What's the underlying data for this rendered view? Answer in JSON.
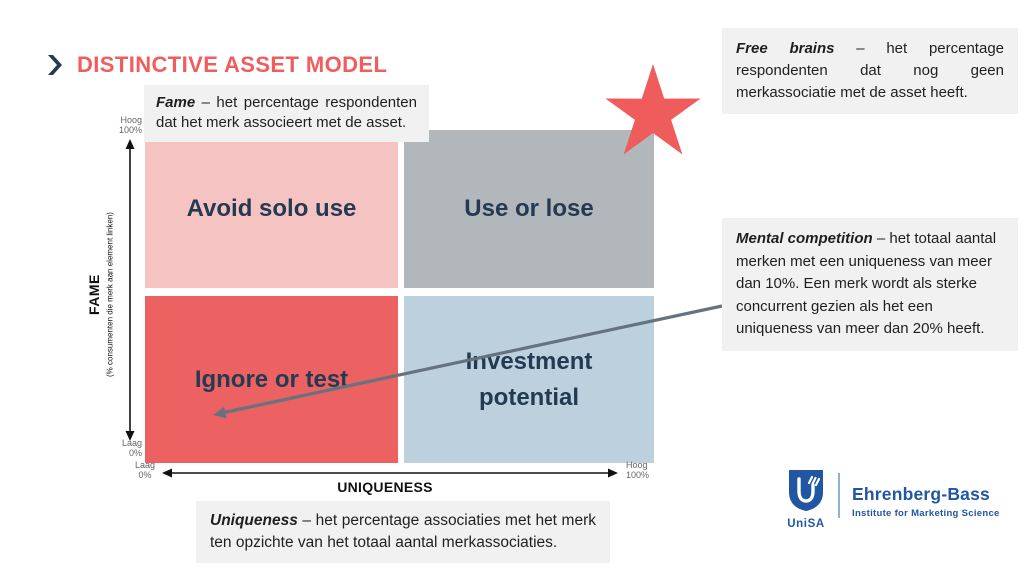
{
  "slide": {
    "title": "DISTINCTIVE ASSET MODEL"
  },
  "matrix": {
    "quadrants": [
      {
        "id": "top-left",
        "label": "Avoid solo use",
        "color": "#f6c3c3"
      },
      {
        "id": "top-right",
        "label": "Use or lose",
        "color": "#b1b7ba"
      },
      {
        "id": "bottom-left",
        "label": "Ignore or test",
        "color": "#ec6161"
      },
      {
        "id": "bottom-right",
        "label": "Investment potential",
        "color": "#bdd0dd"
      }
    ]
  },
  "axes": {
    "y": {
      "name": "FAME",
      "sub": "(% consumenten die merk aan element linken)",
      "high_1": "Hoog",
      "high_2": "100%",
      "low_1": "Laag",
      "low_2": "0%"
    },
    "x": {
      "name": "UNIQUENESS",
      "low_1": "Laag",
      "low_2": "0%",
      "high_1": "Hoog",
      "high_2": "100%"
    }
  },
  "annotations": {
    "fame": {
      "term": "Fame",
      "text": "– het percentage respondenten dat het merk associeert met de asset."
    },
    "free_brains": {
      "term": "Free brains",
      "text": "– het percentage respondenten dat nog geen merkassociatie met de asset heeft."
    },
    "mental_competition": {
      "term": "Mental competition",
      "text": "– het totaal aantal merken met een uniqueness van meer dan 10%. Een merk wordt als sterke concurrent gezien als het een uniqueness van meer dan 20% heeft."
    },
    "uniqueness": {
      "term": "Uniqueness",
      "text": "– het percentage associaties met het merk ten opzichte van het totaal aantal merkassociaties."
    }
  },
  "logo": {
    "university": "UniSA",
    "institute": "Ehrenberg-Bass",
    "tagline": "Institute for Marketing Science"
  },
  "icons": {
    "bullet": "chevron-right",
    "star": "five-point-star",
    "shield": "unisa-shield"
  },
  "colors": {
    "title_red": "#f15d5d",
    "star_red": "#ee5c5c",
    "quad_navy_text": "#233b52",
    "chevron_navy": "#253c4e",
    "note_background": "#f1f1f1",
    "annotation_arrow_gray": "#64737e",
    "logo_blue": "#2156a3",
    "axis_label_gray": "#666666"
  }
}
